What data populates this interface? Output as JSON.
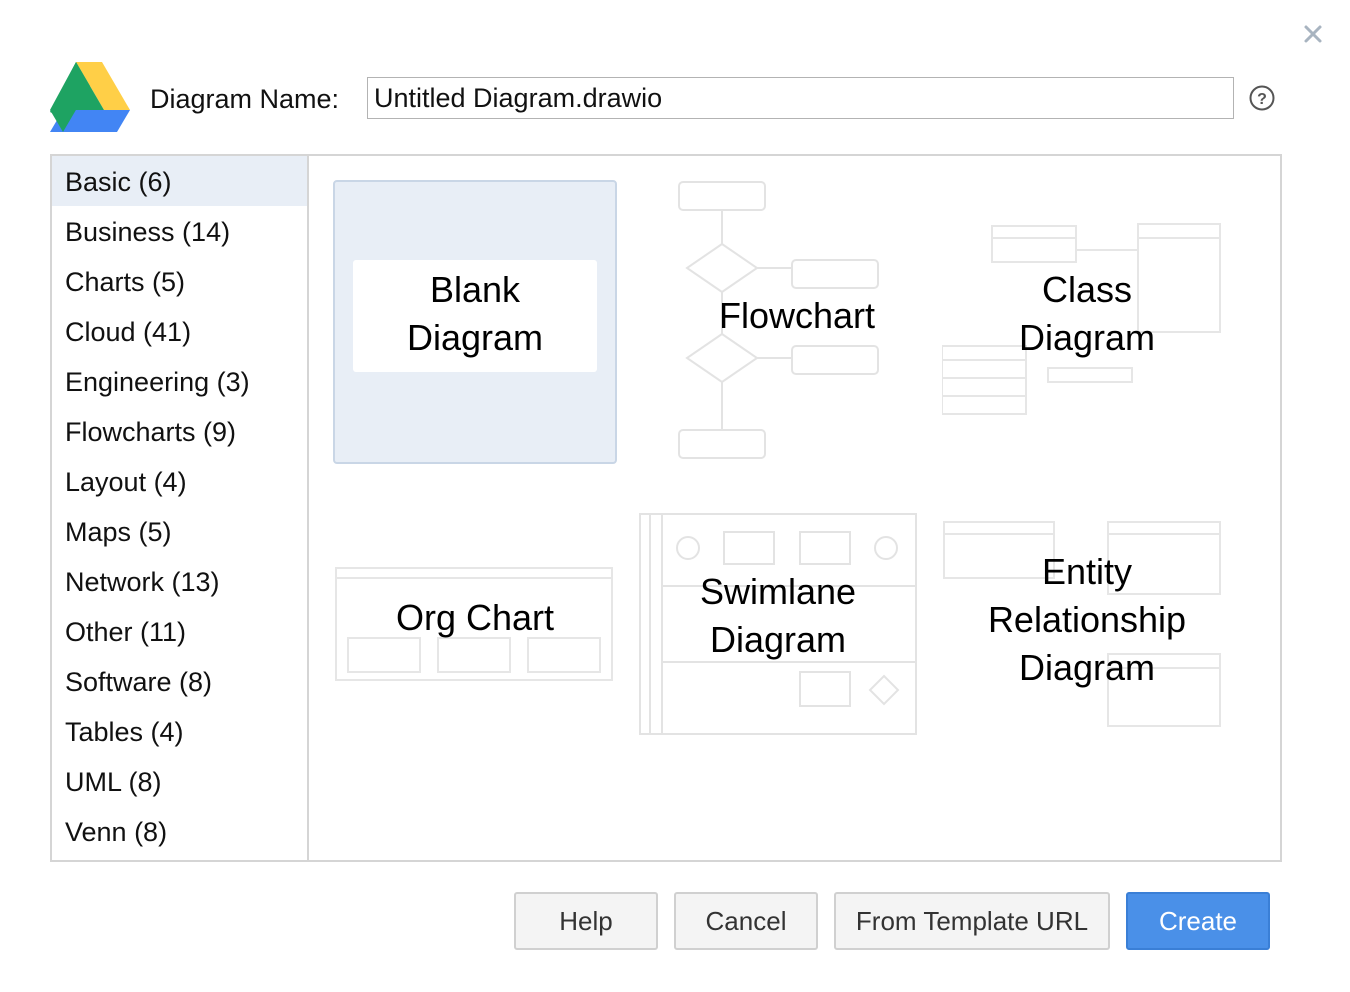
{
  "header": {
    "name_label": "Diagram Name:",
    "name_value": "Untitled Diagram.drawio"
  },
  "icons": {
    "close": "close-icon",
    "help": "help-circle-icon",
    "logo": "google-drive-logo"
  },
  "colors": {
    "accent": "#4a90e8",
    "selected_bg": "#e8eef6",
    "drive_green": "#1ea362",
    "drive_yellow": "#ffcf47",
    "drive_blue": "#4285f4"
  },
  "categories": [
    {
      "label": "Basic (6)",
      "selected": true
    },
    {
      "label": "Business (14)"
    },
    {
      "label": "Charts (5)"
    },
    {
      "label": "Cloud (41)"
    },
    {
      "label": "Engineering (3)"
    },
    {
      "label": "Flowcharts (9)"
    },
    {
      "label": "Layout (4)"
    },
    {
      "label": "Maps (5)"
    },
    {
      "label": "Network (13)"
    },
    {
      "label": "Other (11)"
    },
    {
      "label": "Software (8)"
    },
    {
      "label": "Tables (4)"
    },
    {
      "label": "UML (8)"
    },
    {
      "label": "Venn (8)"
    }
  ],
  "templates": {
    "blank": [
      "Blank",
      "Diagram"
    ],
    "flowchart": [
      "Flowchart"
    ],
    "class": [
      "Class",
      "Diagram"
    ],
    "org": [
      "Org Chart"
    ],
    "swimlane": [
      "Swimlane",
      "Diagram"
    ],
    "er": [
      "Entity",
      "Relationship",
      "Diagram"
    ]
  },
  "buttons": {
    "help": "Help",
    "cancel": "Cancel",
    "from_url": "From Template URL",
    "create": "Create"
  }
}
